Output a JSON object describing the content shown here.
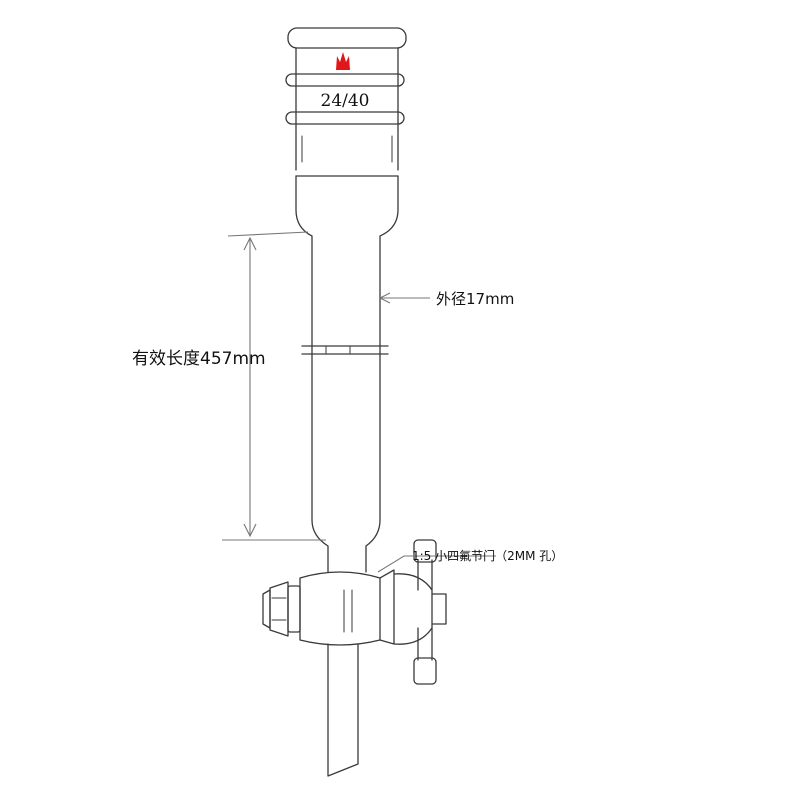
{
  "joint_label": "24/40",
  "outer_diameter_label": "外径17mm",
  "effective_length_label": "有效长度457mm",
  "stopcock_label": "1:5 小四氟节门（2MM 孔）",
  "colors": {
    "line": "#3a3a3a",
    "dimension": "#777777",
    "logo": "#e0161b",
    "text": "#111111"
  },
  "icons": {
    "logo": "flame-logo-icon"
  }
}
